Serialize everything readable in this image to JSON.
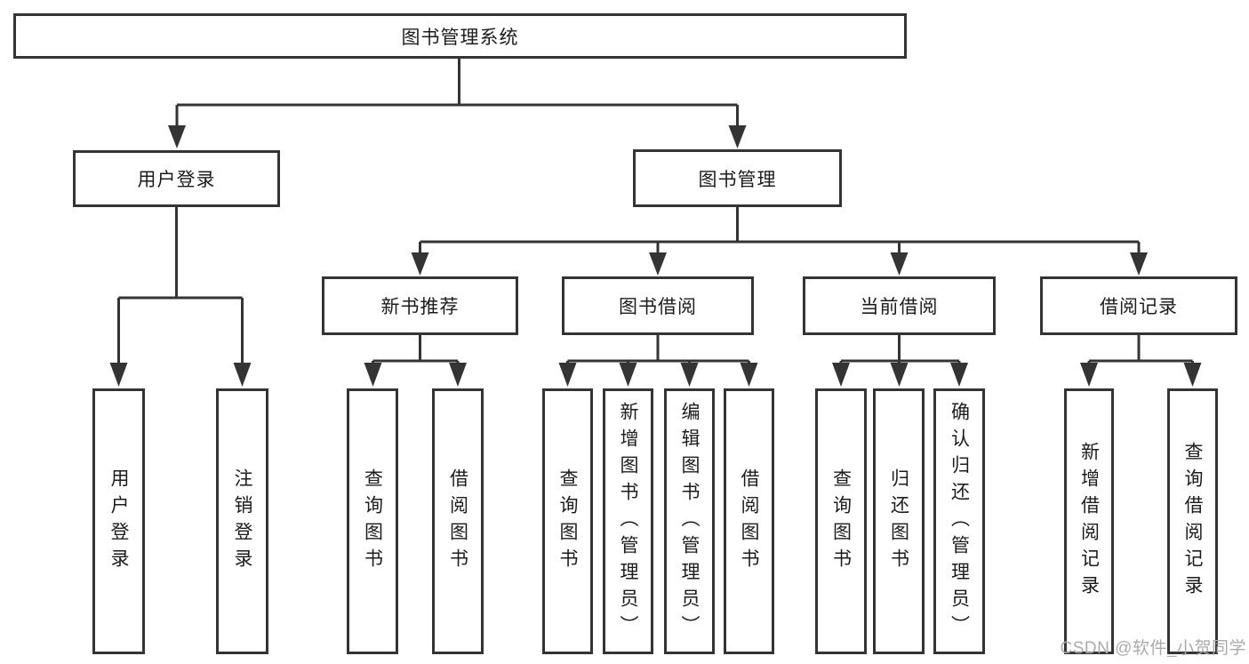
{
  "diagram": {
    "nodes": {
      "root": {
        "label": "图书管理系统"
      },
      "user_login": {
        "label": "用户登录"
      },
      "book_mgmt": {
        "label": "图书管理"
      },
      "new_book_rec": {
        "label": "新书推荐"
      },
      "book_borrow": {
        "label": "图书借阅"
      },
      "current_borrow": {
        "label": "当前借阅"
      },
      "borrow_records": {
        "label": "借阅记录"
      },
      "leaf_user_login": {
        "label": "用户登录"
      },
      "leaf_logout": {
        "label": "注销登录"
      },
      "nb_query": {
        "label": "查询图书"
      },
      "nb_borrow": {
        "label": "借阅图书"
      },
      "bb_query": {
        "label": "查询图书"
      },
      "bb_add": {
        "label": "新增图书（管理员）"
      },
      "bb_edit": {
        "label": "编辑图书（管理员）"
      },
      "bb_borrow": {
        "label": "借阅图书"
      },
      "cb_query": {
        "label": "查询图书"
      },
      "cb_return": {
        "label": "归还图书"
      },
      "cb_confirm": {
        "label": "确认归还（管理员）"
      },
      "br_add": {
        "label": "新增借阅记录"
      },
      "br_query": {
        "label": "查询借阅记录"
      }
    },
    "colors": {
      "line": "#343434",
      "text": "#1c1c1e",
      "watermark": "#ababad",
      "background": "#ffffff"
    }
  },
  "watermark": {
    "text": "CSDN @软件_小贺同学"
  }
}
